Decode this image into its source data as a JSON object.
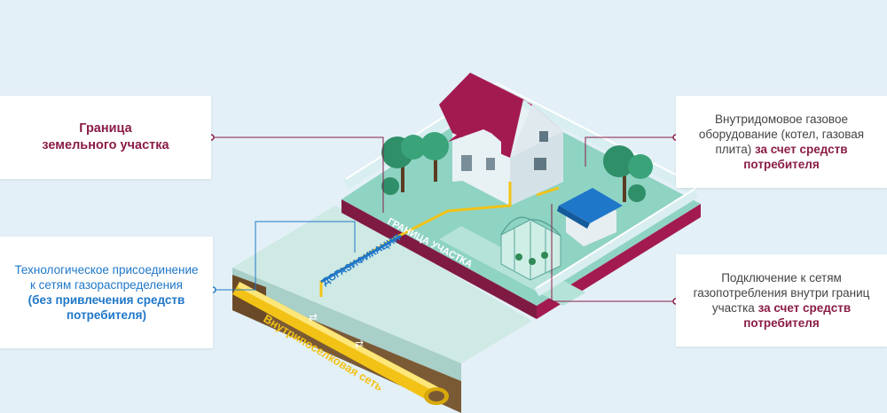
{
  "callouts": {
    "boundary": {
      "line1": "Граница",
      "line2": "земельного участка"
    },
    "tech": {
      "line1": "Технологическое присоединение",
      "line2": "к сетям газораспределения",
      "line3": "(без привлечения средств",
      "line4": "потребителя)"
    },
    "indoor": {
      "line1": "Внутридомовое газовое",
      "line2": "оборудование (котел, газовая",
      "line3_plain": "плита)",
      "line3_bold": "за счет средств",
      "line4": "потребителя"
    },
    "connect": {
      "line1": "Подключение к сетям",
      "line2": "газопотребления внутри границ",
      "line3_plain": "участка",
      "line3_bold": "за счет средств",
      "line4": "потребителя"
    }
  },
  "labels": {
    "gasification": "ДОГАЗИФИКАЦИЯ",
    "plot_boundary": "ГРАНИЦА УЧАСТКА",
    "village_network": "Внутрипоселковая сеть"
  },
  "colors": {
    "background": "#e3f0f7",
    "maroon": "#8a1c47",
    "blue": "#1f77c9",
    "lawn": "#8fd3c3",
    "pipe": "#f2c316",
    "roof": "#a31a50",
    "soil": "#7a5a35"
  }
}
